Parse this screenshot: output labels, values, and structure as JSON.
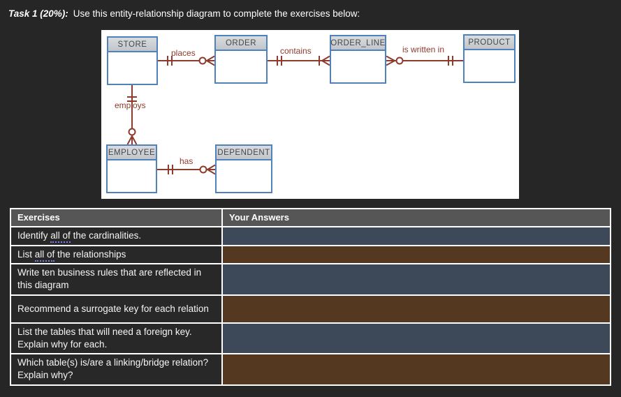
{
  "title": {
    "prefix": "Task 1 (20%):",
    "rest": "Use this entity-relationship diagram to complete the exercises below:"
  },
  "diagram": {
    "entities": [
      {
        "label": "STORE"
      },
      {
        "label": "ORDER"
      },
      {
        "label": "ORDER_LINE"
      },
      {
        "label": "PRODUCT"
      },
      {
        "label": "EMPLOYEE"
      },
      {
        "label": "DEPENDENT"
      }
    ],
    "relationships": [
      {
        "label": "places",
        "from": "STORE",
        "to": "ORDER",
        "cardinality": "one and only one to zero or many"
      },
      {
        "label": "contains",
        "from": "ORDER",
        "to": "ORDER_LINE",
        "cardinality": "one and only one to one or many"
      },
      {
        "label": "is written in",
        "from": "ORDER_LINE",
        "to": "PRODUCT",
        "cardinality": "zero or many to one and only one"
      },
      {
        "label": "employs",
        "from": "STORE",
        "to": "EMPLOYEE",
        "cardinality": "one and only one to zero or many"
      },
      {
        "label": "has",
        "from": "EMPLOYEE",
        "to": "DEPENDENT",
        "cardinality": "one and only one to zero or many"
      }
    ]
  },
  "table": {
    "headers": [
      "Exercises",
      "Your Answers"
    ],
    "rows": [
      {
        "pre": "Identify ",
        "underlined": "all of",
        "post": " the cardinalities.",
        "answer": ""
      },
      {
        "pre": "List ",
        "underlined": "all of",
        "post": " the relationships",
        "answer": ""
      },
      {
        "text": "Write ten business rules that are reflected in this diagram",
        "answer": ""
      },
      {
        "text": "Recommend a surrogate key for each relation",
        "answer": ""
      },
      {
        "text": "List the tables that will need a foreign key. Explain why for each.",
        "answer": ""
      },
      {
        "text": "Which table(s) is/are a linking/bridge relation? Explain why?",
        "answer": ""
      }
    ]
  },
  "colors": {
    "page_background": "#262626",
    "table_header_gray": "#565656",
    "answer_blue": "#3d4859",
    "answer_brown": "#543820",
    "diagram_line_maroon": "#8e3a2c",
    "entity_border_blue": "#4f81bd",
    "spellcheck_underline": "#7b7fe8"
  }
}
